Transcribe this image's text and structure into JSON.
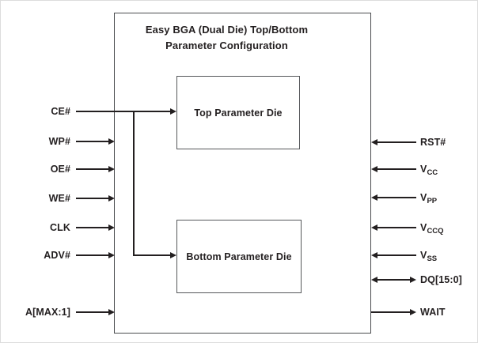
{
  "diagram": {
    "title": {
      "line1": "Easy BGA (Dual Die) Top/Bottom",
      "line2": "Parameter Configuration"
    },
    "blocks": {
      "top_die": {
        "label": "Top Parameter Die"
      },
      "bottom_die": {
        "label": "Bottom Parameter Die"
      }
    },
    "left_signals": [
      {
        "label": "CE#",
        "direction": "in",
        "connects_to": "Top Parameter Die and Bottom Parameter Die"
      },
      {
        "label": "WP#",
        "direction": "in"
      },
      {
        "label": "OE#",
        "direction": "in"
      },
      {
        "label": "WE#",
        "direction": "in"
      },
      {
        "label": "CLK",
        "direction": "in"
      },
      {
        "label": "ADV#",
        "direction": "in"
      },
      {
        "label": "A[MAX:1]",
        "direction": "in"
      }
    ],
    "right_signals": [
      {
        "base": "RST#",
        "sub": "",
        "direction": "in"
      },
      {
        "base": "V",
        "sub": "CC",
        "direction": "in"
      },
      {
        "base": "V",
        "sub": "PP",
        "direction": "in"
      },
      {
        "base": "V",
        "sub": "CCQ",
        "direction": "in"
      },
      {
        "base": "V",
        "sub": "SS",
        "direction": "in"
      },
      {
        "base": "DQ[15:0]",
        "sub": "",
        "direction": "bidirectional"
      },
      {
        "base": "WAIT",
        "sub": "",
        "direction": "out"
      }
    ],
    "colors": {
      "stroke": "#231f20",
      "box_border": "#55575a",
      "text": "#231f20",
      "background": "#ffffff"
    }
  }
}
